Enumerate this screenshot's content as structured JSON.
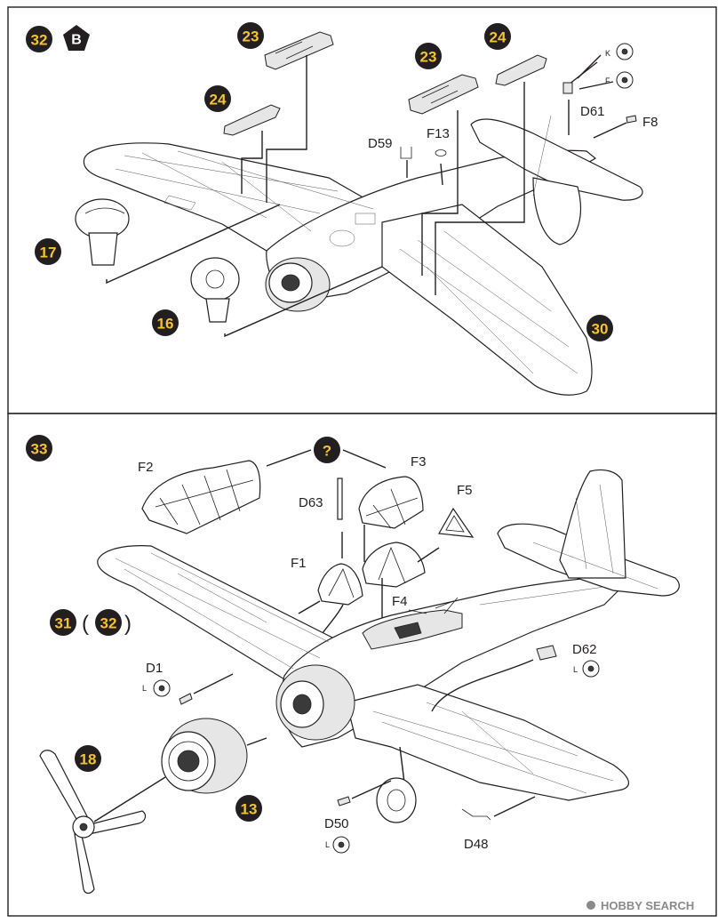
{
  "panel_top": {
    "step": "32",
    "badge": "B",
    "callouts": [
      "23",
      "24",
      "23",
      "24",
      "17",
      "16",
      "30"
    ],
    "parts": {
      "d59": "D59",
      "f13": "F13",
      "d61": "D61",
      "f8": "F8"
    },
    "paint_codes": {
      "k": "K",
      "f": "F"
    }
  },
  "panel_bottom": {
    "step": "33",
    "question": "?",
    "callouts": {
      "c31": "31",
      "c32": "32",
      "c18": "18",
      "c13": "13"
    },
    "parens": {
      "open": "(",
      "close": ")"
    },
    "parts": {
      "f2": "F2",
      "f3": "F3",
      "f5": "F5",
      "d63": "D63",
      "f1": "F1",
      "f4": "F4",
      "d1": "D1",
      "d62": "D62",
      "d50": "D50",
      "d48": "D48"
    },
    "paint_codes": {
      "d1": "L",
      "d62": "L",
      "d50": "L"
    }
  },
  "watermark": "HOBBY SEARCH"
}
